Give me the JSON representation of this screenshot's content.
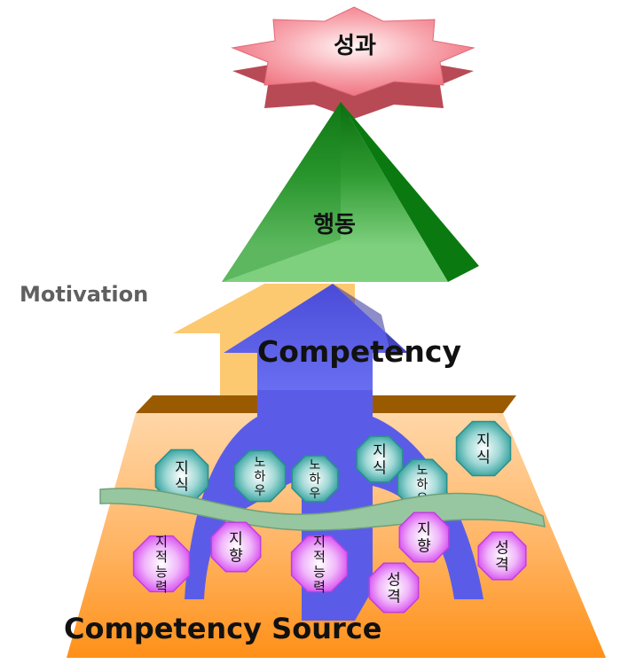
{
  "top": {
    "label": "성과"
  },
  "triangle": {
    "label": "행동"
  },
  "motivation": {
    "label": "Motivation"
  },
  "competency": {
    "label": "Competency"
  },
  "source": {
    "label": "Competency Source"
  },
  "above_line": [
    {
      "text": "지\n식"
    },
    {
      "text": "노\n하\n우"
    },
    {
      "text": "노\n하\n우"
    },
    {
      "text": "지\n식"
    },
    {
      "text": "노\n하\n우"
    },
    {
      "text": "지\n식"
    }
  ],
  "below_line": [
    {
      "text": "지\n적\n능\n력"
    },
    {
      "text": "지\n향"
    },
    {
      "text": "지\n적\n능\n력"
    },
    {
      "text": "지\n향"
    },
    {
      "text": "성\n격"
    },
    {
      "text": "성\n격"
    }
  ],
  "colors": {
    "star": "#f07a86",
    "triangle": "#0a7a10",
    "motivation_arrow": "#fcc970",
    "competency_arrow": "#5a5ce8",
    "base_top": "#a06000",
    "teal_octagon": "#3aa9a6",
    "violet_octagon": "#e066f5"
  }
}
